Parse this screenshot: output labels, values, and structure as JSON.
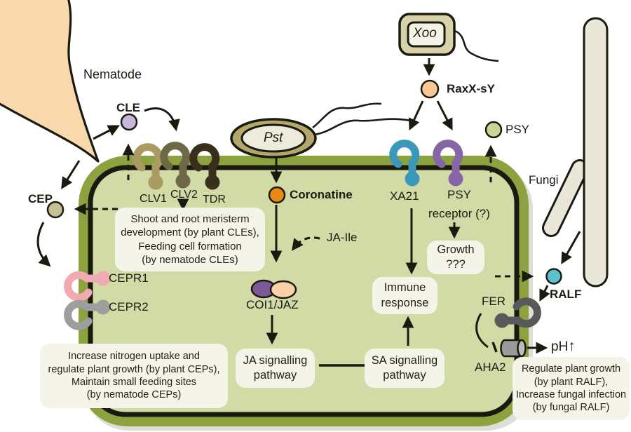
{
  "labels": {
    "nematode": "Nematode",
    "cle": "CLE",
    "cep": "CEP",
    "clv1": "CLV1",
    "clv2": "CLV2",
    "tdr": "TDR",
    "pst": "Pst",
    "coronatine": "Coronatine",
    "ja_ile": "JA-Ile",
    "coi1_jaz": "COI1/JAZ",
    "cepr1": "CEPR1",
    "cepr2": "CEPR2",
    "xoo": "Xoo",
    "raxx_sy": "RaxX-sY",
    "xa21": "XA21",
    "psy_receptor": "PSY",
    "receptor_q": "receptor (?)",
    "psy_ligand": "PSY",
    "fungi": "Fungi",
    "ralf": "RALF",
    "fer": "FER",
    "aha2": "AHA2",
    "ph": "pH",
    "ph_up": "↑"
  },
  "boxes": {
    "cle_effects": [
      "Shoot and root meristerm",
      "development (by plant CLEs),",
      "Feeding cell formation",
      "(by nematode CLEs)"
    ],
    "cep_effects": [
      "Increase nitrogen uptake and",
      "regulate plant growth (by plant CEPs),",
      "Maintain small feeding sites",
      "(by nematode CEPs)"
    ],
    "ja_pathway": [
      "JA signalling",
      "pathway"
    ],
    "sa_pathway": [
      "SA signalling",
      "pathway"
    ],
    "immune": [
      "Immune",
      "response"
    ],
    "growth": [
      "Growth",
      "???"
    ],
    "ralf_effects": [
      "Regulate plant growth",
      "(by plant RALF),",
      "Increase fungal infection",
      "(by fungal RALF)"
    ]
  },
  "colors": {
    "cell_band": "#8ca23f",
    "cell_fill": "#d2daa6",
    "outline": "#1a1a10",
    "nematode_fill": "#f9d8ae",
    "fungi_fill": "#eae7d8",
    "clv1": "#a99b62",
    "clv2": "#6d6845",
    "tdr": "#38301c",
    "xa21": "#3b98b8",
    "psy_rec": "#8766a8",
    "cepr1": "#efaab2",
    "cepr2": "#9e9e9e",
    "fer": "#595959",
    "cle_circle": "#c9b6dd",
    "cep_circle": "#c8bf94",
    "coronatine_circle": "#ea8a14",
    "raxx_circle": "#f9c793",
    "psy_circle": "#c8d693",
    "ralf_circle": "#5cc1ce",
    "coi1": "#7a5a99",
    "jaz": "#f9d3a7",
    "pst_ring": "#b3a76b",
    "pst_inner": "#ecebdc",
    "xoo_outer": "#d8d2ab",
    "xoo_inner": "#f4f4e6",
    "aha2": "#9a9a9a",
    "box_fill": "#f4f4e9"
  }
}
